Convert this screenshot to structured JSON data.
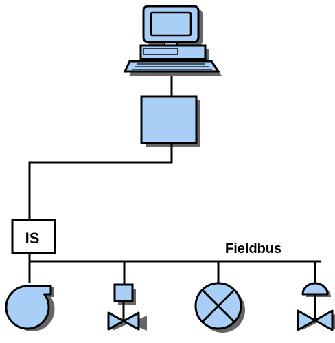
{
  "diagram": {
    "is_label": "IS",
    "fieldbus_label": "Fieldbus",
    "colors": {
      "fill": "#a9cff6",
      "stroke": "#000000",
      "shadow": "#666666",
      "background": "#ffffff"
    },
    "nodes": [
      "computer-workstation",
      "controller",
      "intrinsic-safety-barrier",
      "pump",
      "control-valve",
      "indicator-lamp",
      "diaphragm-valve"
    ]
  }
}
